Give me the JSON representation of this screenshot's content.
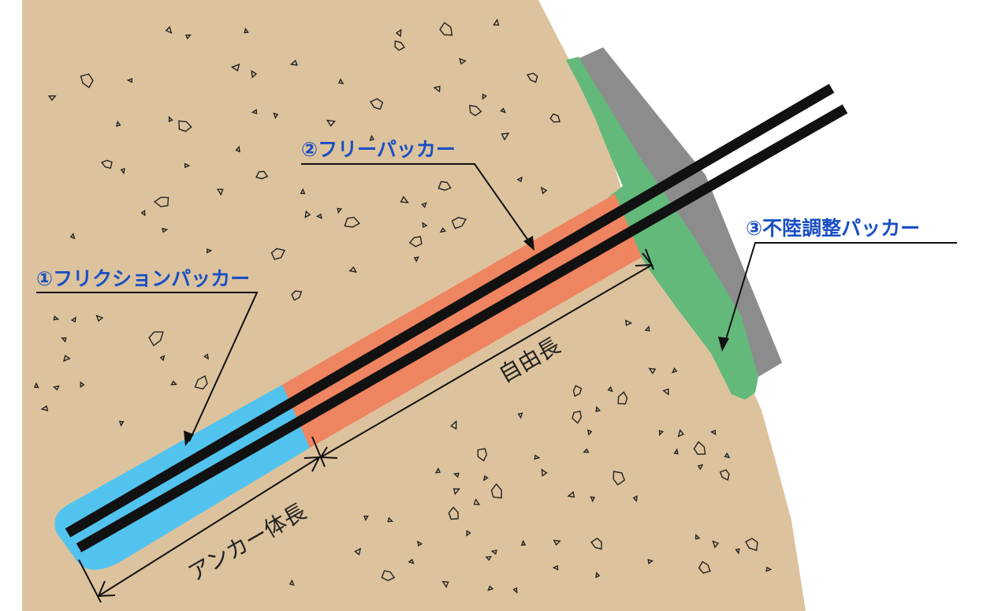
{
  "diagram": {
    "labels": {
      "friction_packer": "①フリクションパッカー",
      "free_packer": "②フリーパッカー",
      "leveling_packer": "③不陸調整パッカー",
      "free_length": "自由長",
      "anchor_length": "アンカー体長"
    },
    "colors": {
      "soil": "#dcc39d",
      "friction_packer": "#52c3ef",
      "free_packer": "#ef8460",
      "leveling_packer": "#62b97a",
      "wall": "#8c8c8c",
      "tendon": "#111111",
      "callout_text": "#1a4fc4"
    }
  }
}
